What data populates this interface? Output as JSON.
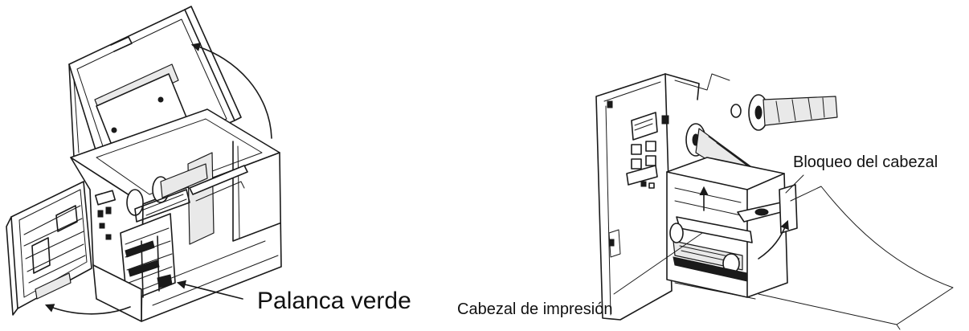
{
  "labels": {
    "green_lever": "Palanca verde",
    "head_lock": "Bloqueo del cabezal",
    "print_head": "Cabezal de impresión"
  }
}
